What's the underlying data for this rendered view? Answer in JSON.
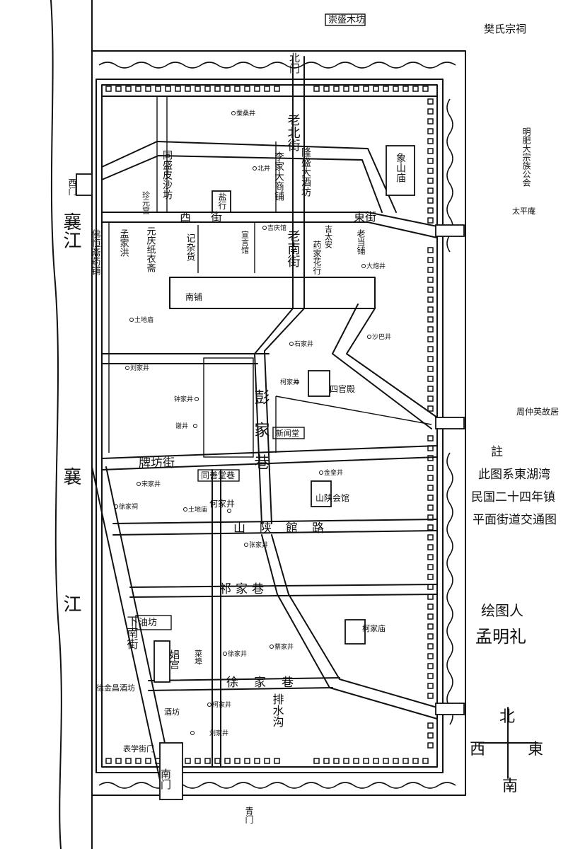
{
  "outside": {
    "top_left_label": "崇盛木坊",
    "top_right_label": "樊氏宗祠",
    "right_upper_label": "明肥大宗族公会",
    "right_mid_label": "太平庵",
    "right_lower_label": "周仲英故居",
    "left_gate_label": "西门",
    "bottom_right_gate_label": "青门"
  },
  "river": {
    "upper": "襄江",
    "middle": "襄",
    "lower": "江"
  },
  "gates": {
    "north": "北门",
    "south": "南门"
  },
  "streets": {
    "lao_bei_jie": "老北街",
    "lao_nan_jie": "老南街",
    "xi_jie": "西街",
    "dong_jie": "東街",
    "peng_jia_xiang": "彭家巷",
    "pai_fang_jie": "牌坊街",
    "shan_shan_guan_lu": "山陕館路",
    "xie_jia_xiang": "祁家巷",
    "xu_jia_xiang": "徐家巷",
    "xia_nan_jie": "下南街",
    "pai_shui_gou": "排水沟"
  },
  "buildings": {
    "tong_sheng": "同盛皮沙坊",
    "li_jia_da_shang": "李家大商铺",
    "long_sheng": "隆盛大酒坊",
    "xiang_shan_miao": "象山庙",
    "dian_hang": "盐行",
    "zhen_yuan_gong": "珍元宫",
    "meng_xiang": "孟家洪",
    "ji_tai_an": "吉太安",
    "xuan_yan": "宣言馆",
    "yao_hang": "药家花行",
    "lao_dang_pu": "老当铺",
    "fo_shou": "佛恒斋药铺",
    "ji_qing": "元庆纸衣斋",
    "ji_dian": "记杂货",
    "nan_pu": "南铺",
    "xin_ju_tang": "新闻堂",
    "tong_shan_tang": "同善堂巷",
    "shan_shan_hui_guan": "山陕会馆",
    "wu_guan_dian": "四官殿",
    "you_fang": "油坊",
    "chang_gong": "娼宫",
    "cai_bao": "菜埠",
    "xu_jin_chang": "徐金昌酒坊",
    "jiu_fang": "酒坊",
    "cai_ji_miao": "柯家庙",
    "biao_zhi": "表学街门"
  },
  "wells": {
    "w1": "蚕桑井",
    "w2": "北井",
    "w3": "吉庆馆",
    "w4": "大炮井",
    "w5": "沙巴井",
    "w6": "土地庙",
    "w7": "石家井",
    "w8": "刘家井",
    "w9": "柯家井",
    "w10": "钟家井",
    "w11": "谢井",
    "w12": "宋家井",
    "w13": "徐家祠",
    "w14": "土地庙",
    "w15": "金銮井",
    "w16": "张家井",
    "w17": "徐家井",
    "w18": "蔡家井",
    "w19": "柯家井",
    "w20": "刘家井",
    "w21": "何家井"
  },
  "notes": {
    "n1": "註",
    "n2": "此图系東湖湾",
    "n3": "民国二十四年镇",
    "n4": "平面街道交通图",
    "author_title": "绘图人",
    "author_name": "孟明礼"
  },
  "compass": {
    "north": "北",
    "south": "南",
    "east": "東",
    "west": "西"
  }
}
